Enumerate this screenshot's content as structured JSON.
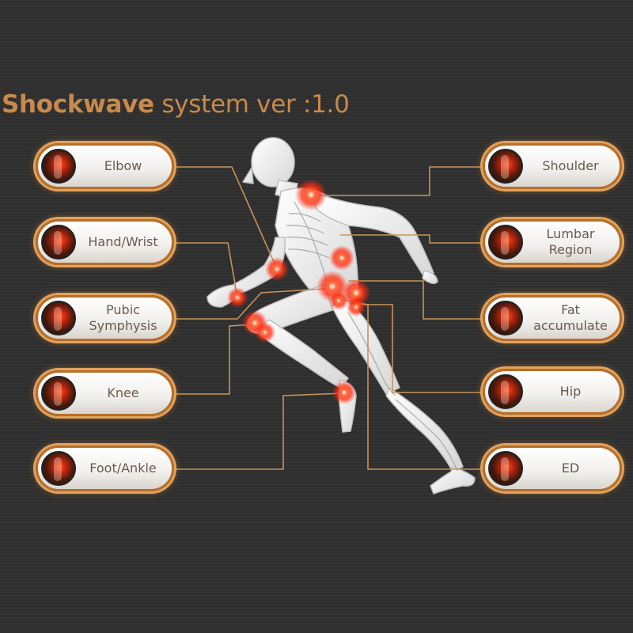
{
  "title": {
    "bold": "Shockwave",
    "rest": " system ver :1.0"
  },
  "colors": {
    "accent": "#c88a4a",
    "pill_border": "#b66f2b",
    "glow": "#e3a25c",
    "connector": "#c8935a",
    "hotspot": "#ff3a1a",
    "background": "#2f2f2f"
  },
  "treatment_areas": {
    "left": [
      {
        "label": "Elbow",
        "icon": "elbow-xray-icon"
      },
      {
        "label": "Hand/Wrist",
        "icon": "hand-xray-icon"
      },
      {
        "label": "Pubic\nSymphysis",
        "icon": "pelvis-xray-icon"
      },
      {
        "label": "Knee",
        "icon": "knee-xray-icon"
      },
      {
        "label": "Foot/Ankle",
        "icon": "foot-xray-icon"
      }
    ],
    "right": [
      {
        "label": "Shoulder",
        "icon": "shoulder-xray-icon"
      },
      {
        "label": "Lumbar\nRegion",
        "icon": "spine-xray-icon"
      },
      {
        "label": "Fat\naccumulate",
        "icon": "abdomen-icon"
      },
      {
        "label": "Hip",
        "icon": "hip-xray-icon"
      },
      {
        "label": "ED",
        "icon": "pelvic-region-icon"
      }
    ]
  }
}
